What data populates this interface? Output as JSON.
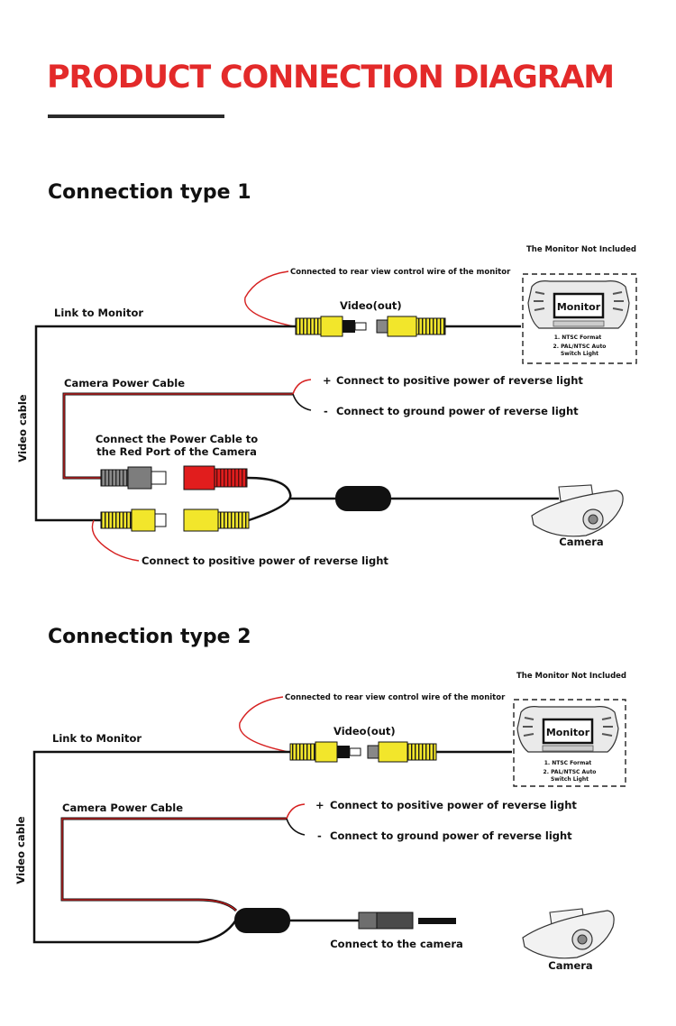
{
  "header": {
    "title": "PRODUCT CONNECTION DIAGRAM"
  },
  "colors": {
    "title_red": "#e32a2a",
    "wire_red": "#d62020",
    "plug_yellow": "#f2e62b",
    "plug_red": "#e11d1d",
    "cable_black": "#111111"
  },
  "type1": {
    "heading": "Connection type 1",
    "monitor_not_included": "The Monitor Not Included",
    "connected_rear_view": "Connected to rear view control wire of the monitor",
    "video_out": "Video(out)",
    "link_to_monitor": "Link to Monitor",
    "monitor_label": "Monitor",
    "monitor_note1": "1. NTSC Format",
    "monitor_note2": "2. PAL/NTSC Auto",
    "monitor_note3": "Switch Light",
    "camera_power_cable": "Camera Power Cable",
    "plus": "+",
    "minus": "-",
    "positive": "Connect to positive power of reverse light",
    "ground": "Connect to ground power of reverse light",
    "video_cable": "Video cable",
    "power_to_red_1": "Connect the Power Cable to",
    "power_to_red_2": "the Red Port of the Camera",
    "camera_label": "Camera",
    "bottom_note": "Connect to positive power of reverse light"
  },
  "type2": {
    "heading": "Connection type 2",
    "monitor_not_included": "The Monitor Not Included",
    "connected_rear_view": "Connected to rear view control wire of the monitor",
    "video_out": "Video(out)",
    "link_to_monitor": "Link to Monitor",
    "monitor_label": "Monitor",
    "monitor_note1": "1. NTSC Format",
    "monitor_note2": "2. PAL/NTSC Auto",
    "monitor_note3": "Switch Light",
    "camera_power_cable": "Camera Power Cable",
    "plus": "+",
    "minus": "-",
    "positive": "Connect to positive power of reverse light",
    "ground": "Connect to ground power of reverse light",
    "video_cable": "Video cable",
    "connect_camera": "Connect to the camera",
    "camera_label": "Camera"
  }
}
